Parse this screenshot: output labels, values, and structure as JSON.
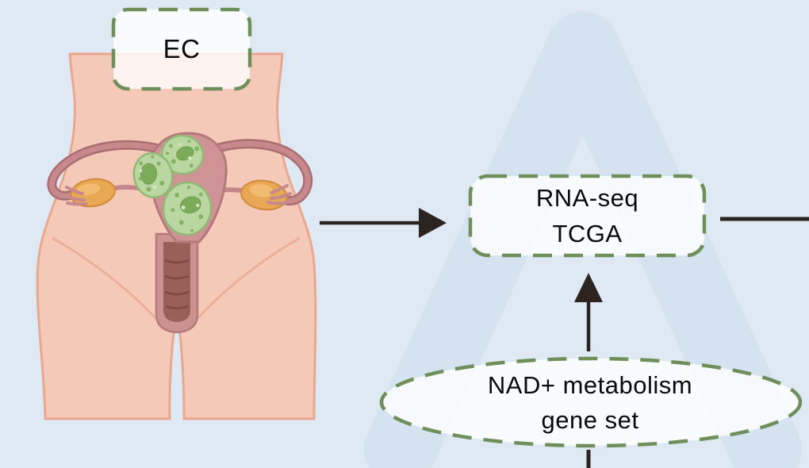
{
  "figure": {
    "type": "workflow-diagram",
    "background_color": "#dfe9f3",
    "watermark": {
      "letter": "A",
      "color": "#d5e2f0"
    }
  },
  "style": {
    "node_border_color": "#6e8f5a",
    "node_fill": "rgba(255,255,255,0.8)",
    "arrow_color": "#2b2421",
    "text_color": "#0a0a0a"
  },
  "nodes": {
    "ec": {
      "label": "EC",
      "shape": "rounded-rect-dashed"
    },
    "rnaseq": {
      "line1": "RNA-seq",
      "line2": "TCGA",
      "shape": "rounded-rect-dashed"
    },
    "nad": {
      "line1": "NAD+ metabolism",
      "line2": "gene set",
      "shape": "ellipse-dashed"
    }
  },
  "connectors": [
    {
      "name": "arrow-anatomy-to-rnaseq",
      "direction": "right"
    },
    {
      "name": "arrow-nad-to-rnaseq",
      "direction": "up"
    },
    {
      "name": "line-rnaseq-to-right-edge",
      "direction": "right"
    },
    {
      "name": "line-nad-to-bottom-edge",
      "direction": "down"
    }
  ],
  "illustration": {
    "name": "female-reproductive-system-with-endometrial-tumors",
    "colors": {
      "skin": "#f5c9b8",
      "skin_edge": "#e8a88f",
      "uterus": "#cf9396",
      "uterus_outline": "#b5797c",
      "tube": "#c8898d",
      "ovary": "#e9a853",
      "tumor": "#bad7a2",
      "tumor_spot": "#7cac5a",
      "canal_inner": "#9a5f58"
    }
  }
}
